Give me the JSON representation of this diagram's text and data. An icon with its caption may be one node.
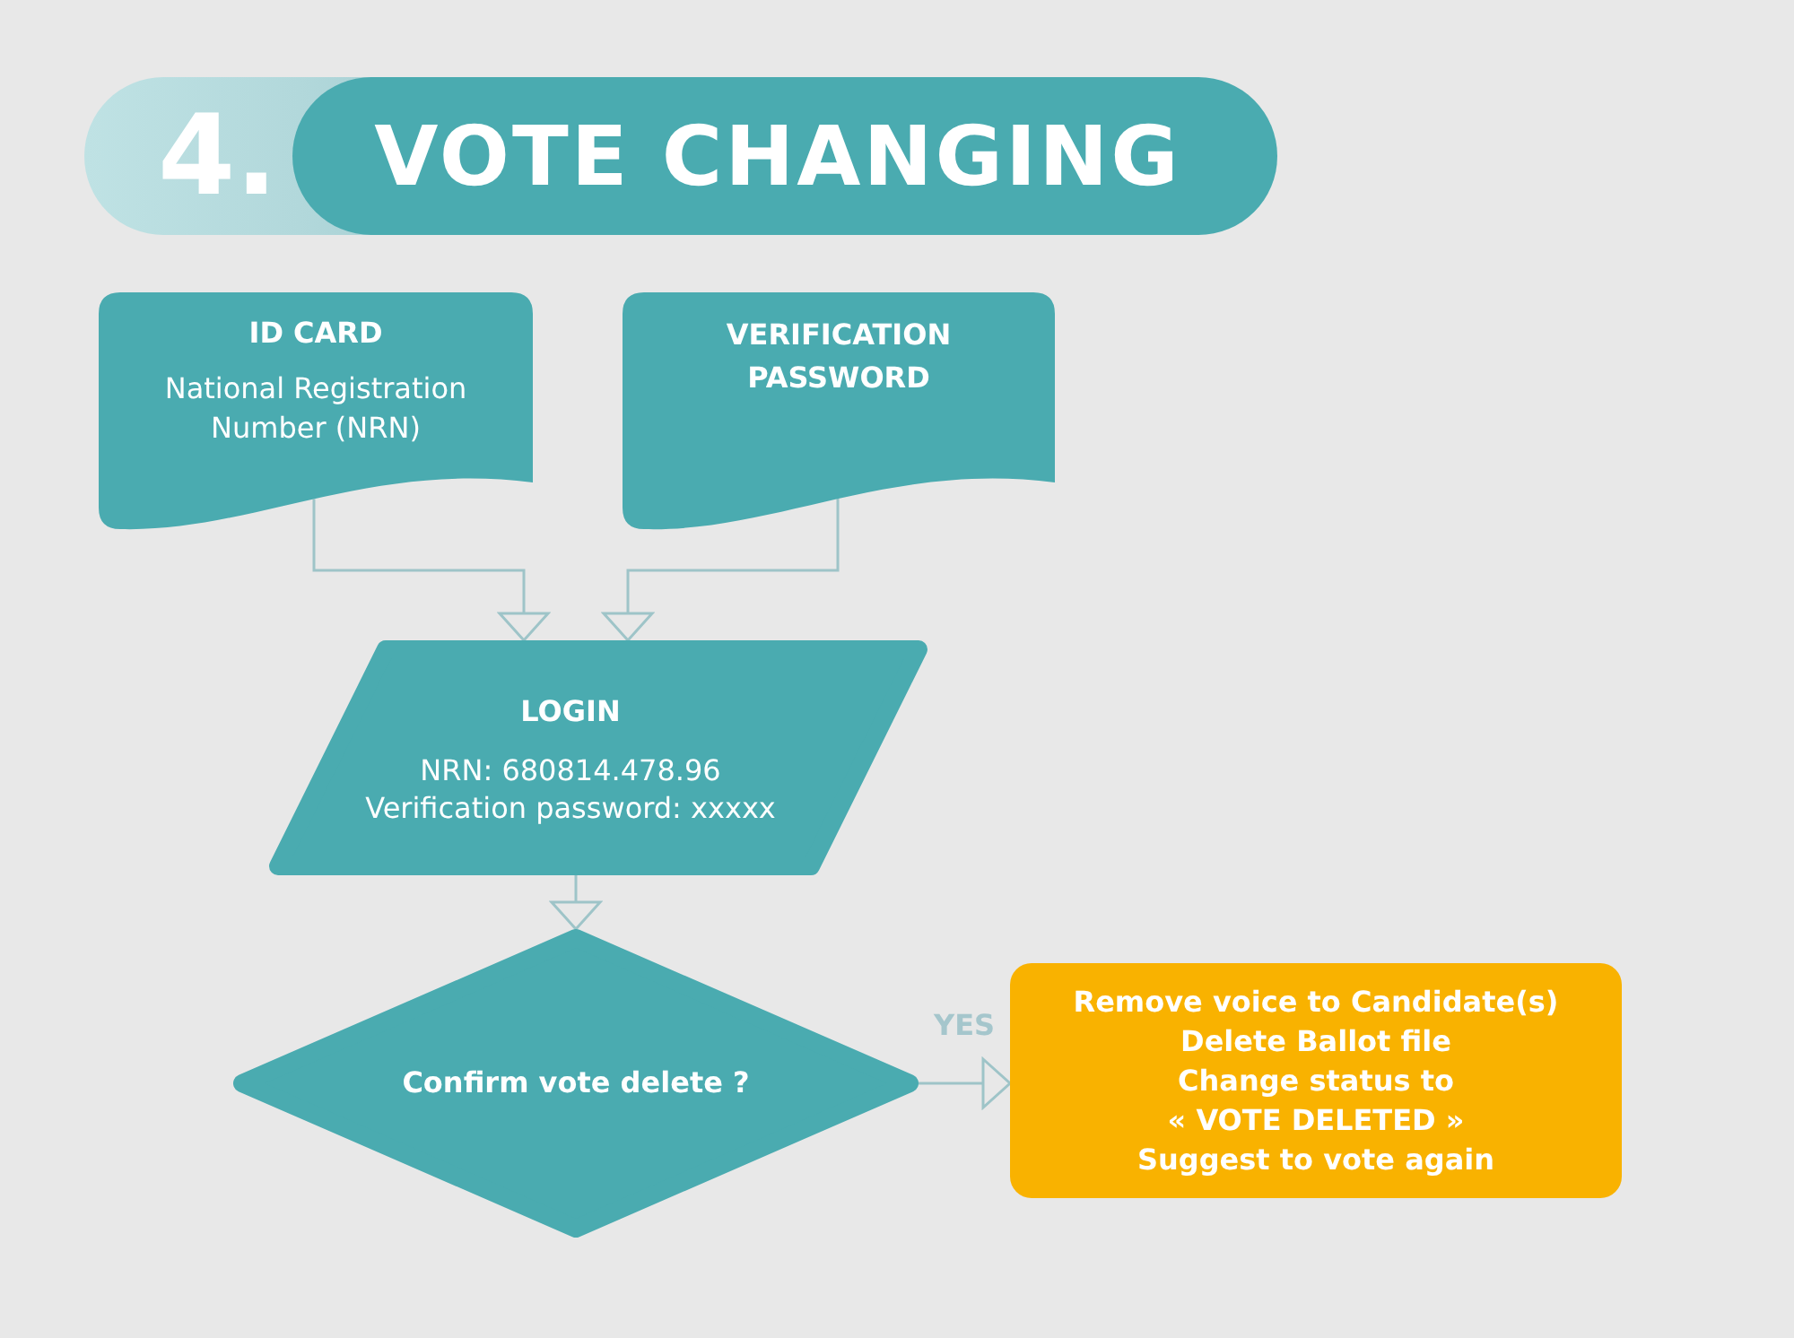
{
  "diagram": {
    "title": "VOTE CHANGING",
    "nodes": [
      {
        "text": [
          "ID CARD",
          "National Registration Number (NRN)"
        ]
      },
      {
        "text": [
          "VERIFICATION PASSWORD"
        ]
      },
      {
        "text": [
          "LOGIN",
          "NRN: 680814.478.96",
          "Verification password: xxxxx"
        ]
      },
      {
        "text": [
          "Confirm vote delete ?"
        ]
      },
      {
        "text": [
          "Remove voice to Candidate(s)",
          "Delete Ballot file",
          "Change status to « VOTE DELETED »",
          "Suggest to vote again"
        ]
      }
    ],
    "edges": [
      {
        "from": 0,
        "to": 2,
        "arrow": "to"
      },
      {
        "from": 1,
        "to": 2,
        "arrow": "to"
      },
      {
        "from": 2,
        "to": 3,
        "arrow": "to"
      },
      {
        "from": 3,
        "to": 4,
        "arrow": "to",
        "label": "YES"
      }
    ],
    "labels": [
      "4."
    ]
  }
}
